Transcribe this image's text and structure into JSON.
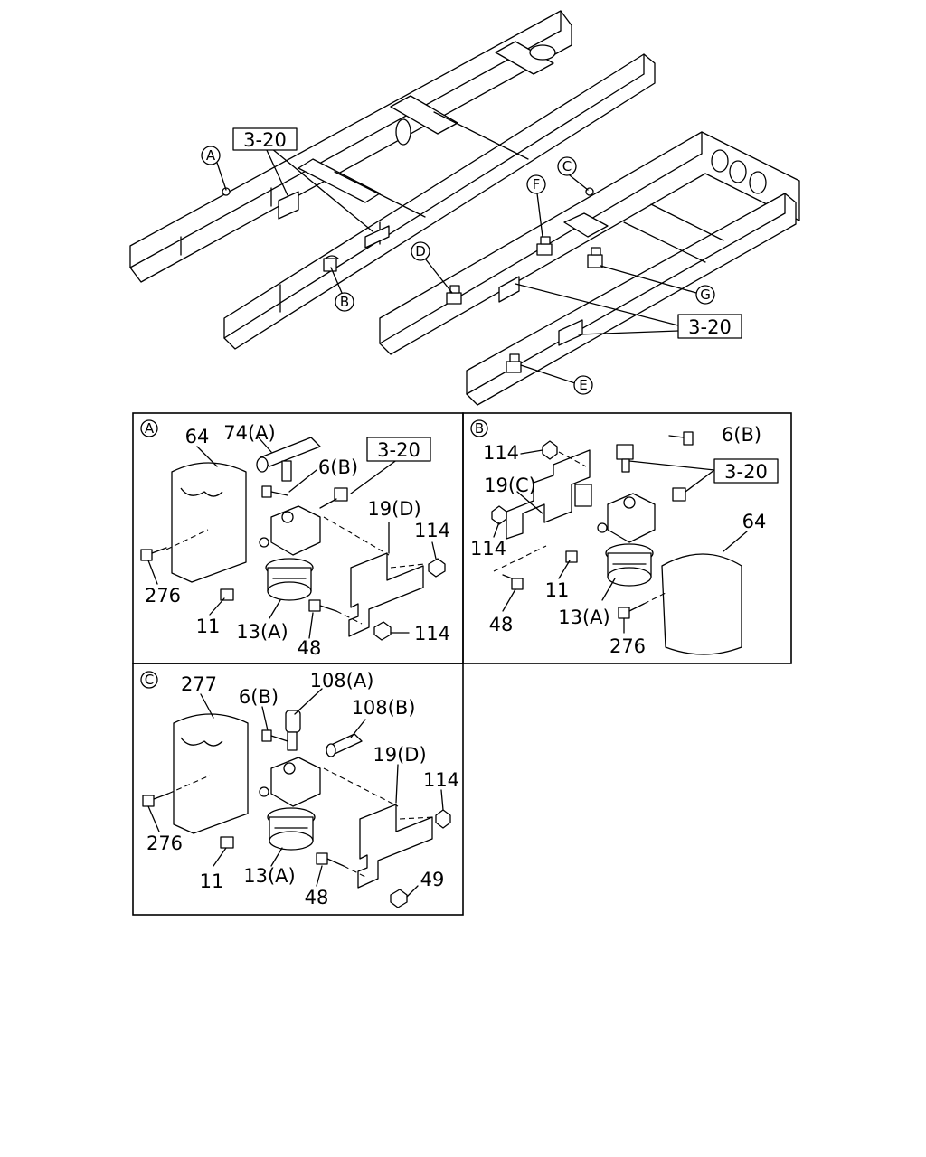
{
  "overview": {
    "callout_a": "A",
    "callout_b": "B",
    "callout_c": "C",
    "callout_d": "D",
    "callout_e": "E",
    "callout_f": "F",
    "callout_g": "G",
    "ref_box_top": "3-20",
    "ref_box_right": "3-20"
  },
  "panel_a": {
    "tag": "A",
    "labels": {
      "p64": "64",
      "p74a": "74(A)",
      "ref": "3-20",
      "p6b": "6(B)",
      "p19d": "19(D)",
      "p114_upper": "114",
      "p276": "276",
      "p11": "11",
      "p13a": "13(A)",
      "p48": "48",
      "p114_lower": "114"
    }
  },
  "panel_b": {
    "tag": "B",
    "labels": {
      "p114_top": "114",
      "p6b": "6(B)",
      "ref": "3-20",
      "p19c": "19(C)",
      "p64": "64",
      "p114_left": "114",
      "p11": "11",
      "p13a": "13(A)",
      "p48": "48",
      "p276": "276"
    }
  },
  "panel_c": {
    "tag": "C",
    "labels": {
      "p277": "277",
      "p108a": "108(A)",
      "p6b": "6(B)",
      "p108b": "108(B)",
      "p19d": "19(D)",
      "p114": "114",
      "p276": "276",
      "p11": "11",
      "p13a": "13(A)",
      "p48": "48",
      "p49": "49"
    }
  }
}
